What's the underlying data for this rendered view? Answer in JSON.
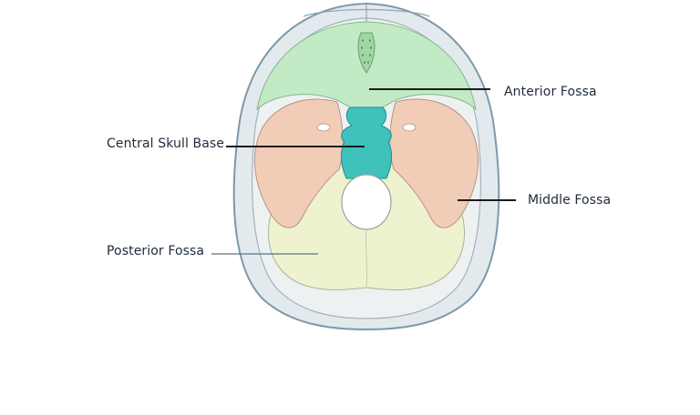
{
  "labels": {
    "anterior_fossa": "Anterior Fossa",
    "central_skull_base": "Central Skull Base",
    "middle_fossa": "Middle Fossa",
    "posterior_fossa": "Posterior Fossa"
  },
  "colors": {
    "anterior": "#c2eac5",
    "central": "#3fc1bc",
    "middle": "#f1cdb8",
    "posterior": "#eef2cf",
    "outline": "#7d99aa",
    "skull_rim": "#dde6ea",
    "leader": "#1b1b1b"
  }
}
